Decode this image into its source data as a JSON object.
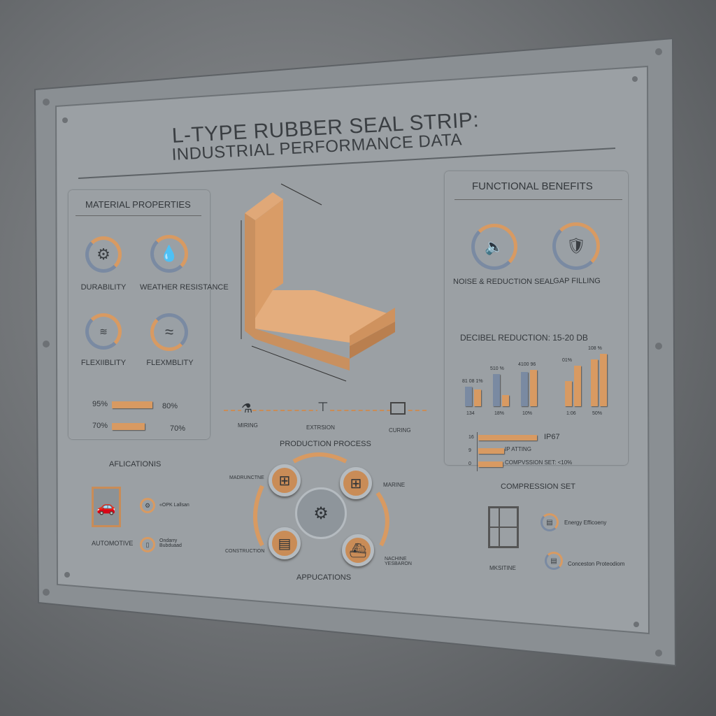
{
  "title": {
    "line1": "L-TYPE RUBBER SEAL STRIP:",
    "line2": "INDUSTRIAL PERFORMANCE DATA"
  },
  "material": {
    "heading": "MATERIAL PROPERTIES",
    "items": [
      {
        "label": "DURABILITY",
        "icon": "gear-icon"
      },
      {
        "label": "WEATHER RESISTANCE",
        "icon": "water-drop-icon"
      },
      {
        "label": "FLEXIIBLITY",
        "icon": "flex-icon"
      },
      {
        "label": "FLEXMBLITY",
        "icon": "waves-icon"
      }
    ],
    "bars": [
      {
        "left": "95%",
        "right": "80%",
        "value": 95
      },
      {
        "left": "70%",
        "right": "70%",
        "value": 70
      }
    ]
  },
  "applications_left": {
    "heading": "AFLICATIONIS",
    "main": "AUTOMOTIVE",
    "items": [
      "«OPK Lallsan",
      "Ondarry Bubduaad"
    ]
  },
  "process": {
    "steps": [
      "MIRING",
      "EXTRSION",
      "CURING"
    ],
    "heading": "PRODUCTION PROCESS",
    "footer": "APPUCATIONS",
    "apps": [
      "MADRUNCTNE",
      "MARINE",
      "CONSTRUCTION",
      "NACHINE YESBARON"
    ]
  },
  "benefits": {
    "heading": "FUNCTIONAL BENEFITS",
    "items": [
      {
        "label": "NOISE & REDUCTION SEAL",
        "icon": "speaker-icon"
      },
      {
        "label": "GAP FILLING",
        "icon": "shield-icon"
      }
    ],
    "decibel": "DECIBEL REDUCTION: 15-20 dB"
  },
  "chart_data": {
    "type": "bar",
    "top_labels": [
      "81 08 1%",
      "510 %",
      "4100 96",
      "01%",
      "108 %"
    ],
    "bottom_labels": [
      "134",
      "18%",
      "10%",
      "1:06",
      "50%"
    ],
    "series": [
      {
        "color": "#7a8aa2",
        "values": [
          38,
          62,
          66,
          null,
          null
        ]
      },
      {
        "color": "#d89a62",
        "values": [
          32,
          22,
          70,
          78,
          100
        ]
      }
    ],
    "extra_orange": [
      null,
      null,
      null,
      48,
      90
    ]
  },
  "hbars": {
    "items": [
      {
        "tick": "16",
        "label": "IP67",
        "value": 100
      },
      {
        "tick": "9",
        "label": "IP ATTING",
        "value": 44
      },
      {
        "tick": "0",
        "label": "COMPVSSION SET: <10%",
        "value": 42
      }
    ]
  },
  "compression": {
    "heading": "COMPRESSION SET",
    "main": "MKSITINE",
    "items": [
      "Energy Efficoeny",
      "Conceston Proteodiom"
    ]
  },
  "colors": {
    "accent": "#d89a62",
    "steel": "#9aa0a5",
    "blue": "#7a8aa2"
  }
}
